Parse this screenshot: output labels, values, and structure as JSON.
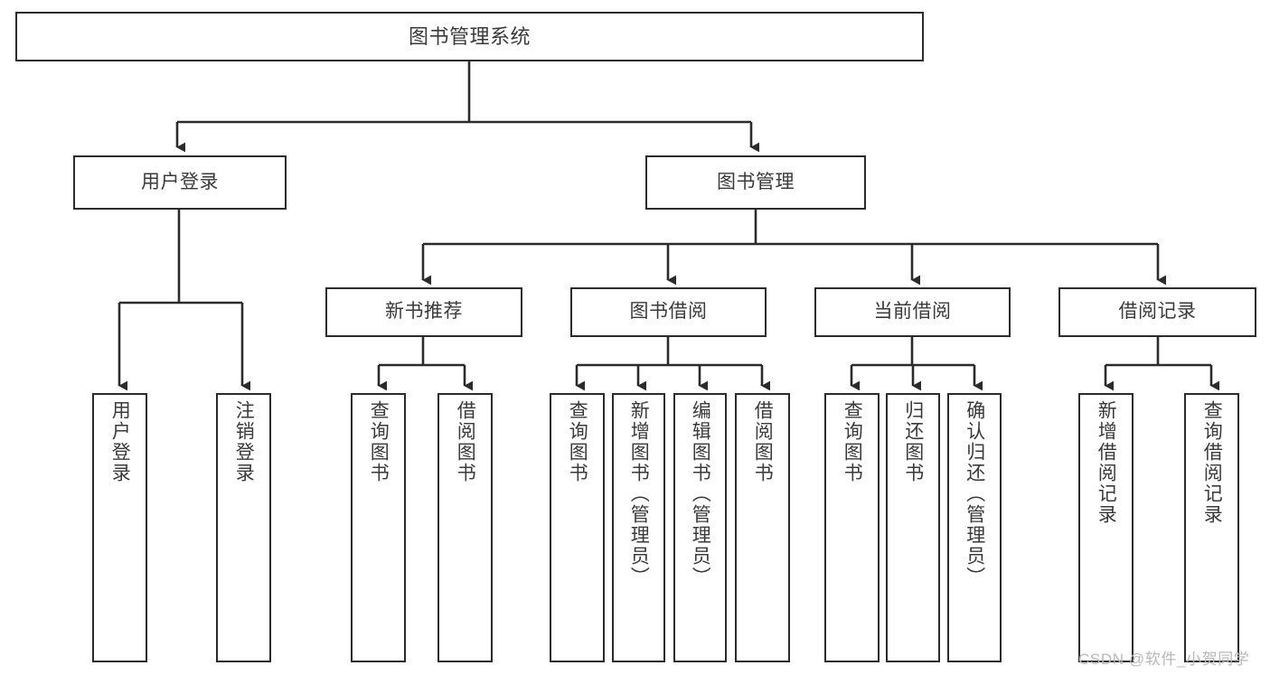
{
  "diagram": {
    "title": "图书管理系统",
    "type": "tree-hierarchy",
    "watermark": "CSDN @软件_小贺同学",
    "colors": {
      "background": "#ffffff",
      "box_border": "#2b2b2b",
      "box_fill": "#ffffff",
      "text": "#3a3a3a",
      "connector": "#2b2b2b",
      "watermark": "#b8b8b8"
    },
    "nodes": {
      "root": {
        "label": "图书管理系统"
      },
      "level1": [
        {
          "label": "用户登录"
        },
        {
          "label": "图书管理"
        }
      ],
      "level2": [
        {
          "label": "新书推荐"
        },
        {
          "label": "图书借阅"
        },
        {
          "label": "当前借阅"
        },
        {
          "label": "借阅记录"
        }
      ],
      "leaves": {
        "user_login": [
          {
            "label": "用户登录"
          },
          {
            "label": "注销登录"
          }
        ],
        "new_book_recommend": [
          {
            "label": "查询图书"
          },
          {
            "label": "借阅图书"
          }
        ],
        "book_borrow": [
          {
            "label": "查询图书"
          },
          {
            "label": "新增图书（管理员）"
          },
          {
            "label": "编辑图书（管理员）"
          },
          {
            "label": "借阅图书"
          }
        ],
        "current_borrow": [
          {
            "label": "查询图书"
          },
          {
            "label": "归还图书"
          },
          {
            "label": "确认归还（管理员）"
          }
        ],
        "borrow_record": [
          {
            "label": "新增借阅记录"
          },
          {
            "label": "查询借阅记录"
          }
        ]
      }
    }
  }
}
